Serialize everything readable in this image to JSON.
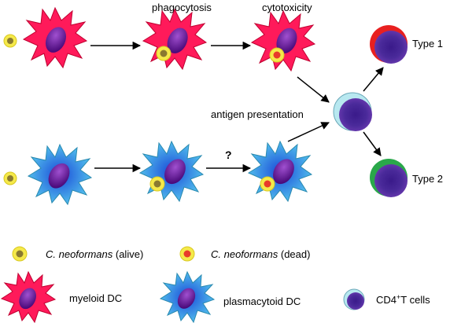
{
  "diagram": {
    "labels": {
      "phagocytosis": "phagocytosis",
      "cytotoxicity": "cytotoxicity",
      "antigen_presentation": "antigen presentation",
      "question": "?",
      "type1": "Type 1",
      "type2": "Type 2"
    },
    "legend": {
      "alive_species": "C. neoformans",
      "alive_state": " (alive)",
      "dead_species": "C. neoformans",
      "dead_state": " (dead)",
      "myeloid": "myeloid DC",
      "plasmacytoid": "plasmacytoid DC",
      "cd4_prefix": "CD4",
      "cd4_sup": "+",
      "cd4_suffix": "T cells"
    },
    "colors": {
      "myeloid": "#ff1a5a",
      "plasmacytoid": "#4fc3ee",
      "nucleus": "#5a1a8a",
      "fungus_alive": "#f5e94a",
      "fungus_dead": "#e83a2a",
      "tcell": "#b8e8f0",
      "type1": "#e82020",
      "type2": "#2aa84a"
    }
  }
}
